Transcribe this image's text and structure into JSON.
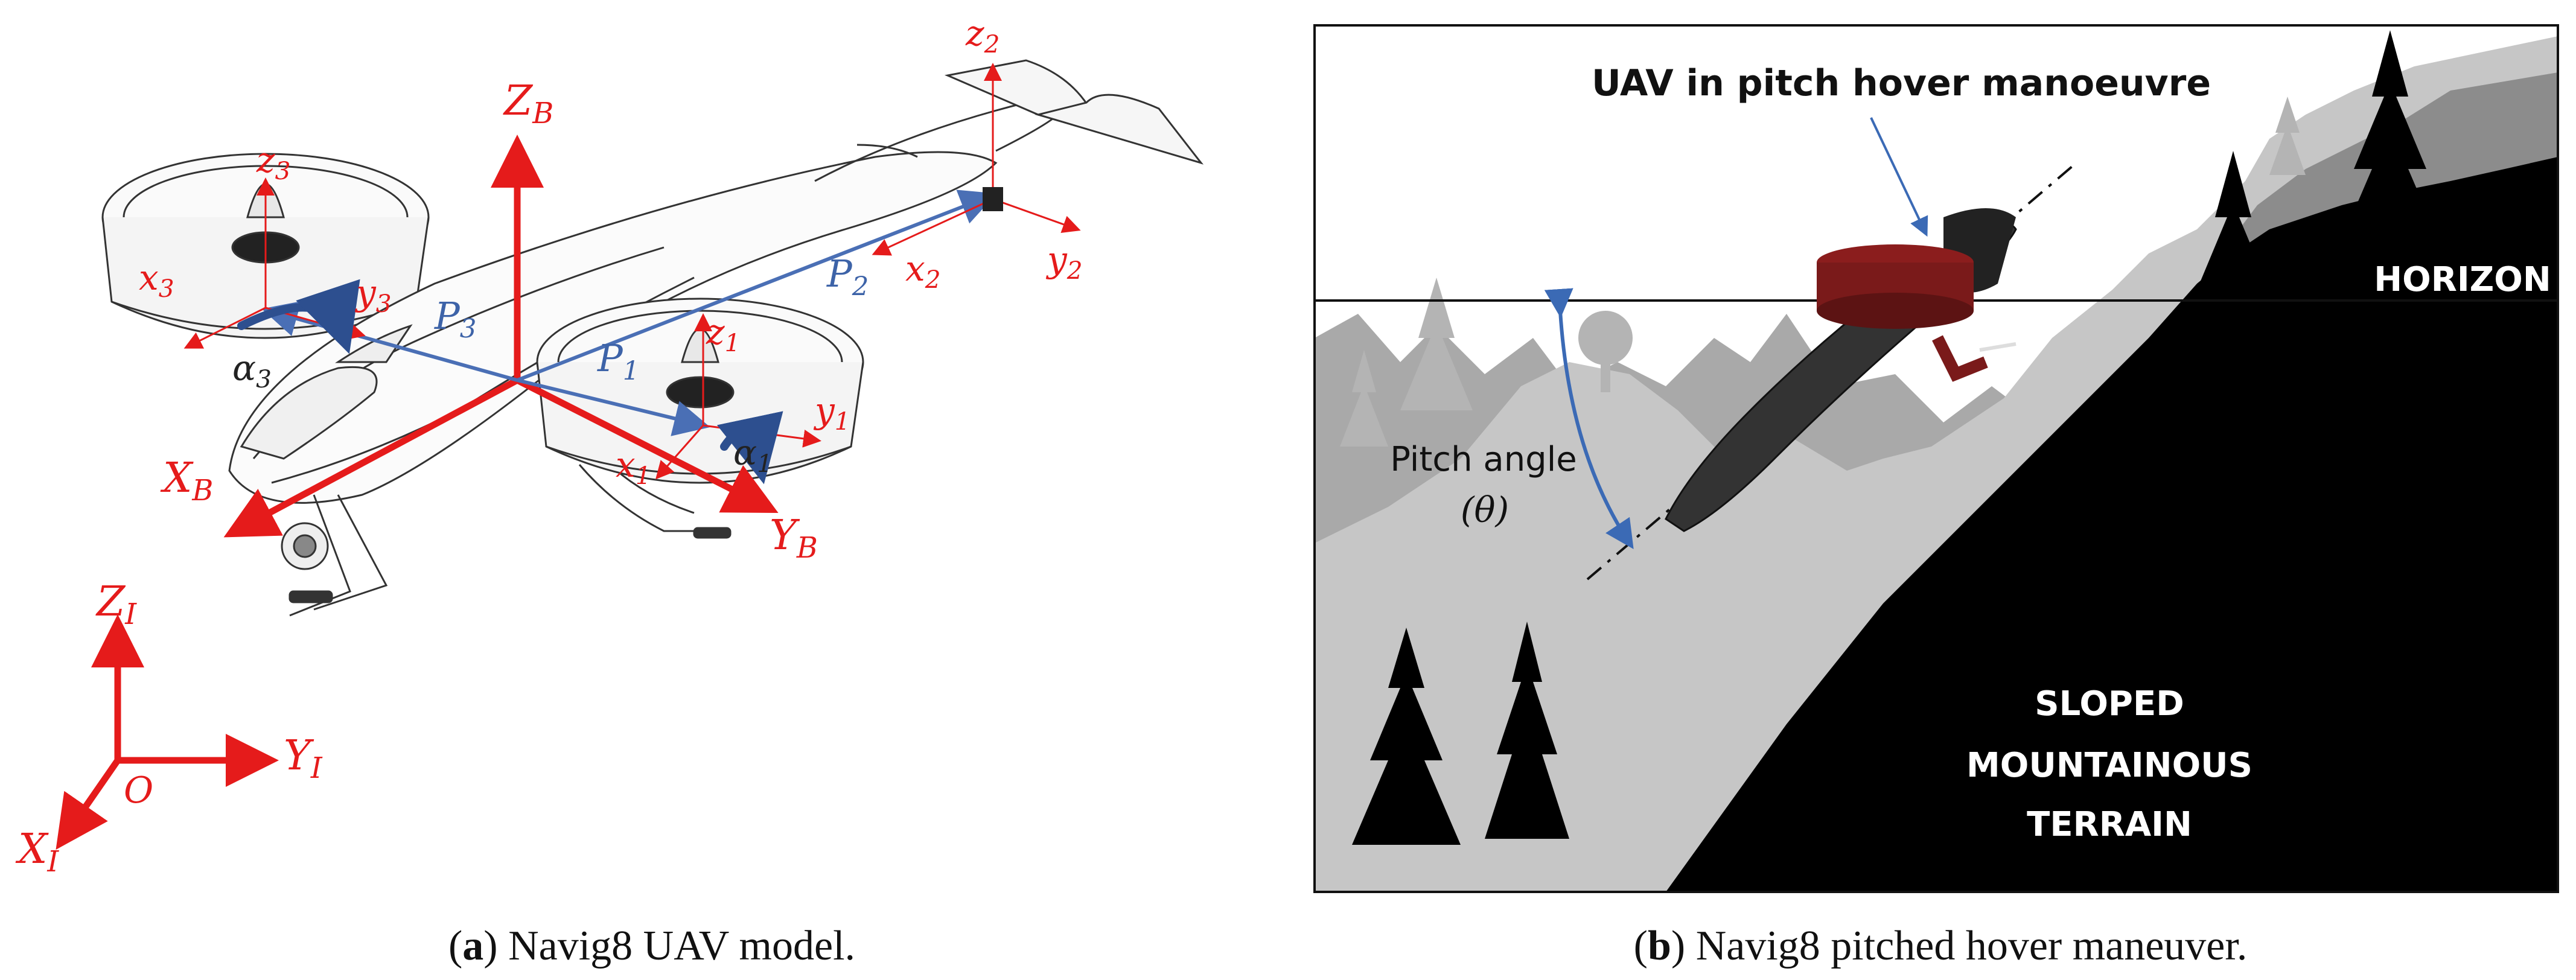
{
  "panel_a": {
    "caption_letter": "a",
    "caption_text": " Navig8 UAV model.",
    "body_frame": {
      "z": "Z",
      "z_sub": "B",
      "x": "X",
      "x_sub": "B",
      "y": "Y",
      "y_sub": "B"
    },
    "inertial_frame": {
      "z": "Z",
      "z_sub": "I",
      "y": "Y",
      "y_sub": "I",
      "x": "X",
      "x_sub": "I",
      "origin": "O"
    },
    "rotor1": {
      "z": "z",
      "z_sub": "1",
      "y": "y",
      "y_sub": "1",
      "x": "x",
      "x_sub": "1",
      "alpha": "α",
      "alpha_sub": "1",
      "p": "P",
      "p_sub": "1"
    },
    "rotor2": {
      "z": "z",
      "z_sub": "2",
      "y": "y",
      "y_sub": "2",
      "x": "x",
      "x_sub": "2",
      "p": "P",
      "p_sub": "2"
    },
    "rotor3": {
      "z": "z",
      "z_sub": "3",
      "y": "y",
      "y_sub": "3",
      "x": "x",
      "x_sub": "3",
      "alpha": "α",
      "alpha_sub": "3",
      "p": "P",
      "p_sub": "3"
    },
    "colors": {
      "frame": "#e51b1b",
      "position_vector": "#4a6fb5",
      "drawing": "#333333"
    }
  },
  "panel_b": {
    "caption_letter": "b",
    "caption_text": " Navig8 pitched hover maneuver.",
    "title": "UAV in pitch hover manoeuvre",
    "horizon_label": "HORIZON",
    "pitch_label": "Pitch angle",
    "pitch_symbol": "(θ)",
    "terrain_lines": [
      "SLOPED",
      "MOUNTAINOUS",
      "TERRAIN"
    ],
    "colors": {
      "sky": "#ffffff",
      "far_hills": "#a8a8a8",
      "mid_hills": "#c4c4c4",
      "terrain": "#000000",
      "uav_body": "#7a1a1a"
    }
  }
}
